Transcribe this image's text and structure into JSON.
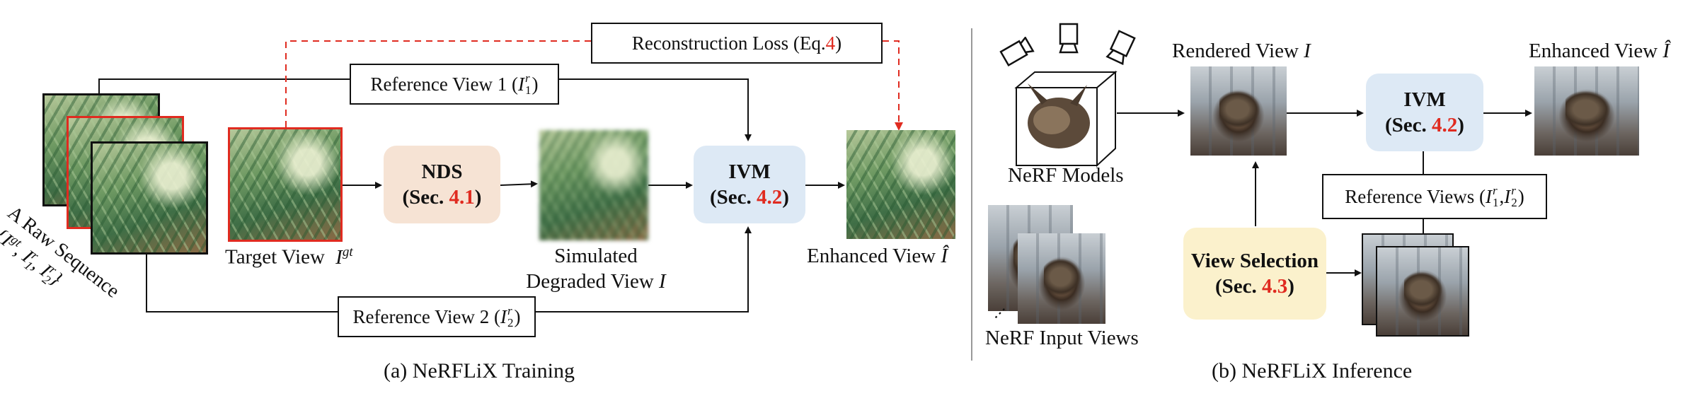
{
  "training": {
    "raw_sequence_label_line1": "A Raw Sequence",
    "raw_sequence_label_line2": "{I",
    "raw_sequence_label_sup": "gt",
    "raw_sequence_label_line2b": ", I",
    "raw_sequence_label_r1": "r",
    "raw_sequence_label_sub1": "1",
    "raw_sequence_label_line2c": ", I",
    "raw_sequence_label_r2": "r",
    "raw_sequence_label_sub2": "2",
    "raw_sequence_label_end": "}",
    "target_view_label": "Target View",
    "target_view_symbol": "I",
    "target_view_sup": "gt",
    "reference_view_1": {
      "text": "Reference View 1 (",
      "sym": "I",
      "sup": "r",
      "sub": "1",
      "end": ")"
    },
    "reference_view_2": {
      "text": "Reference View 2 (",
      "sym": "I",
      "sup": "r",
      "sub": "2",
      "end": ")"
    },
    "reconstruction_loss": {
      "text": "Reconstruction Loss (Eq.",
      "ref": "4",
      "end": ")"
    },
    "nds": {
      "title": "NDS",
      "sec_prefix": "(Sec. ",
      "sec_ref": "4.1",
      "sec_end": ")"
    },
    "ivm": {
      "title": "IVM",
      "sec_prefix": "(Sec. ",
      "sec_ref": "4.2",
      "sec_end": ")"
    },
    "simulated_line1": "Simulated",
    "simulated_line2": "Degraded View",
    "simulated_symbol": "I",
    "enhanced_view_label": "Enhanced View",
    "enhanced_symbol": "Î",
    "caption": "(a)  NeRFLiX Training"
  },
  "inference": {
    "nerf_models_label": "NeRF Models",
    "nerf_input_views_label": "NeRF Input Views",
    "rendered_view_label": "Rendered View",
    "rendered_symbol": "I",
    "ivm": {
      "title": "IVM",
      "sec_prefix": "(Sec. ",
      "sec_ref": "4.2",
      "sec_end": ")"
    },
    "enhanced_view_label": "Enhanced View",
    "enhanced_symbol": "Î",
    "reference_views": {
      "text": "Reference Views (",
      "sym1": "I",
      "sup1": "r",
      "sub1": "1",
      "sep": ", ",
      "sym2": "I",
      "sup2": "r",
      "sub2": "2",
      "end": ")"
    },
    "view_selection": {
      "title": "View Selection",
      "sec_prefix": "(Sec. ",
      "sec_ref": "4.3",
      "sec_end": ")"
    },
    "caption": "(b)  NeRFLiX Inference"
  },
  "colors": {
    "accent_red": "#e02b20",
    "nds_fill": "#f6e3d4",
    "ivm_fill": "#dde9f5",
    "view_selection_fill": "#fbf1cc"
  },
  "icons": [
    "camera-icon",
    "camera-icon",
    "camera-icon",
    "cube-icon"
  ]
}
